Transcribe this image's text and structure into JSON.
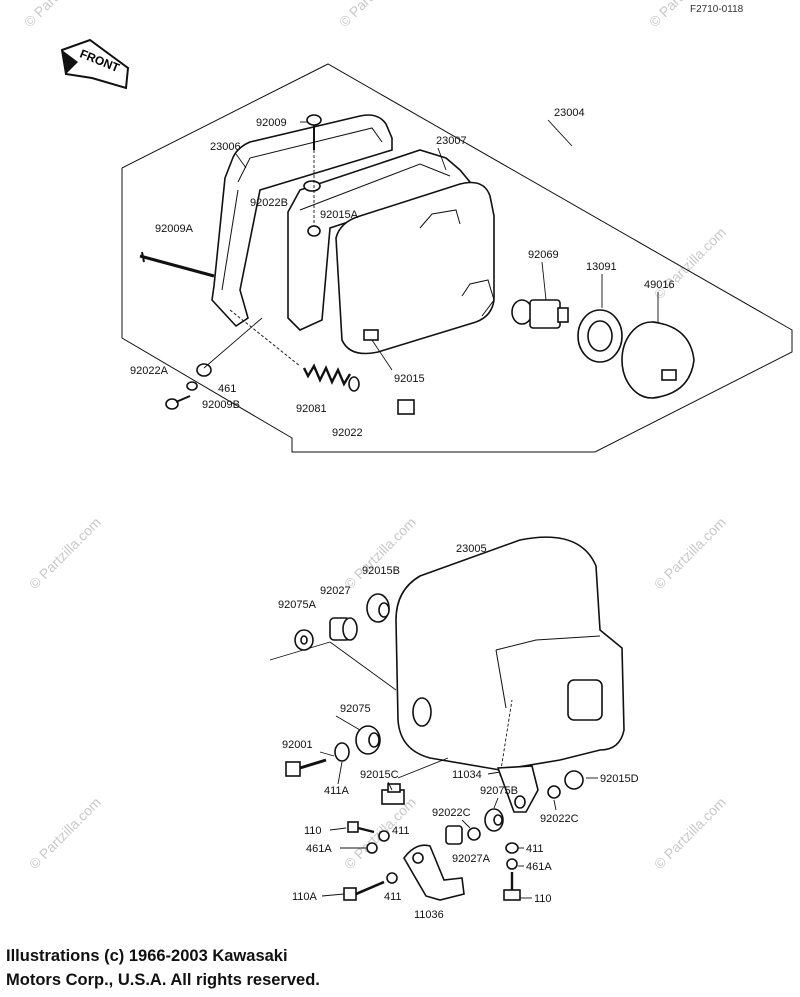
{
  "reference_code": "F2710-0118",
  "front_arrow_label": "FRONT",
  "watermark_text": "© Partzilla.com",
  "copyright_lines": [
    "Illustrations (c) 1966-2003 Kawasaki",
    "Motors Corp., U.S.A.  All rights reserved."
  ],
  "callouts": {
    "p23004": "23004",
    "p23006": "23006",
    "p23007": "23007",
    "p92009": "92009",
    "p92022B": "92022B",
    "p92015A": "92015A",
    "p92009A": "92009A",
    "p92069": "92069",
    "p13091": "13091",
    "p49016": "49016",
    "p92022A": "92022A",
    "p461": "461",
    "p92009B": "92009B",
    "p92081": "92081",
    "p92022": "92022",
    "p92015": "92015",
    "p23005": "23005",
    "p92015B": "92015B",
    "p92027": "92027",
    "p92075A": "92075A",
    "p92075": "92075",
    "p92001": "92001",
    "p411A": "411A",
    "p92015C": "92015C",
    "p11034": "11034",
    "p92015D": "92015D",
    "p92075B": "92075B",
    "p92022C_a": "92022C",
    "p92022C_b": "92022C",
    "p110": "110",
    "p411_a": "411",
    "p461A_a": "461A",
    "p92027A": "92027A",
    "p411_b": "411",
    "p461A_b": "461A",
    "p110A": "110A",
    "p411_c": "411",
    "p11036": "11036",
    "p110_b": "110"
  }
}
